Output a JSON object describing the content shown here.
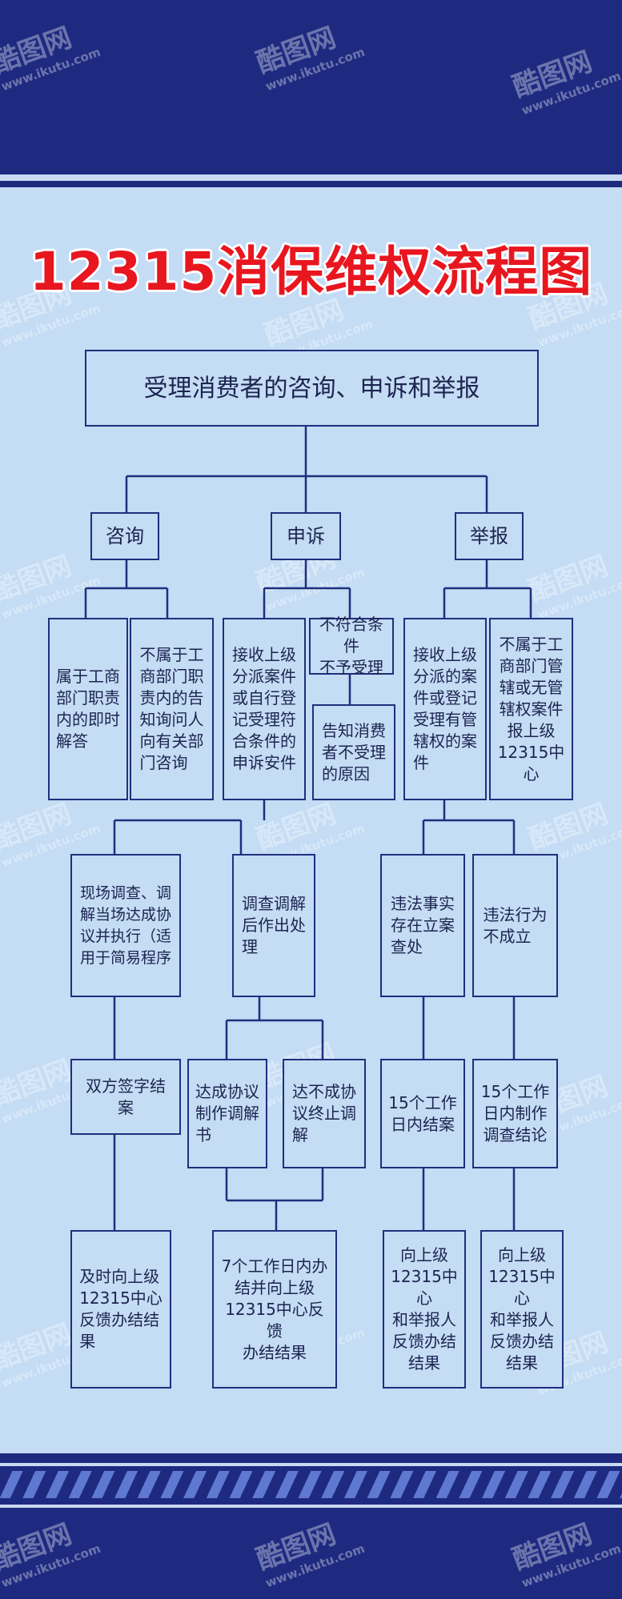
{
  "title": "12315消保维权流程图",
  "watermark": {
    "brand": "酷图网",
    "url": "www.ikutu.com"
  },
  "colors": {
    "navy": "#1e2a80",
    "panel": "#c4dcf4",
    "title_red": "#e8161f",
    "line": "#1f2f7e"
  },
  "root": "受理消费者的咨询、申诉和举报",
  "categories": {
    "consult": "咨询",
    "complaint": "申诉",
    "report": "举报"
  },
  "consult": {
    "in_scope": "属于工商\n部门职责\n内的即时\n解答",
    "out_scope": "不属于工\n商部门职\n责内的告\n知询问人\n向有关部\n门咨询"
  },
  "complaint": {
    "accept": "接收上级\n分派案件\n或自行登\n记受理符\n合条件的\n申诉安件",
    "reject": "不符合条件\n不予受理",
    "notify": "告知消费\n者不受理\n的原因",
    "onsite": "现场调查、调\n解当场达成协\n议并执行（适\n用于简易程序",
    "mediate": "调查调解\n后作出处\n理",
    "sign": "双方签字结案",
    "agree": "达成协议\n制作调解\n书",
    "disagree": "达不成协\n议终止调\n解",
    "feedback_simple": "及时向上级\n12315中心\n反馈办结结\n果",
    "feedback_mediate": "7个工作日内办\n结并向上级\n12315中心反馈\n办结结果"
  },
  "report": {
    "accept": "接收上级\n分派的案\n件或登记\n受理有管\n辖权的案\n件",
    "out_scope": "不属于工\n商部门管\n辖或无管\n辖权案件\n报上级\n12315中心",
    "violation": "违法事实\n存在立案\n查处",
    "no_violation": "违法行为\n不成立",
    "close15": "15个工作\n日内结案",
    "conclude15": "15个工作\n日内制作\n调查结论",
    "feedback_a": "向上级\n12315中心\n和举报人\n反馈办结\n结果",
    "feedback_b": "向上级\n12315中心\n和举报人\n反馈办结\n结果"
  }
}
